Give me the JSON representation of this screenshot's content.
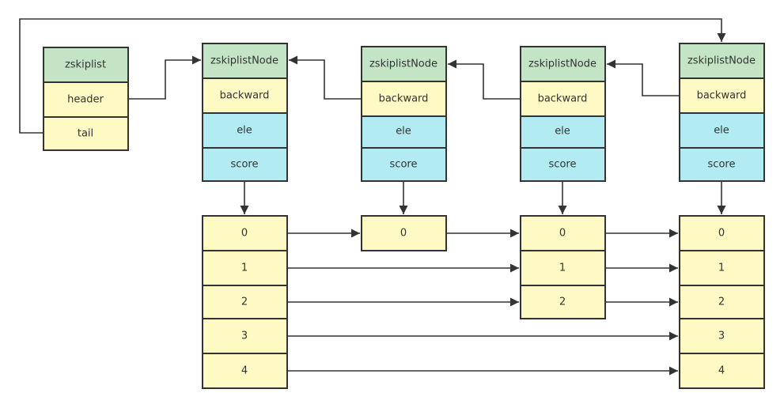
{
  "zskiplist": {
    "title": "zskiplist",
    "header": "header",
    "tail": "tail"
  },
  "nodes": [
    {
      "title": "zskiplistNode",
      "backward": "backward",
      "ele": "ele",
      "score": "score",
      "levels": [
        "0",
        "1",
        "2",
        "3",
        "4"
      ]
    },
    {
      "title": "zskiplistNode",
      "backward": "backward",
      "ele": "ele",
      "score": "score",
      "levels": [
        "0"
      ]
    },
    {
      "title": "zskiplistNode",
      "backward": "backward",
      "ele": "ele",
      "score": "score",
      "levels": [
        "0",
        "1",
        "2"
      ]
    },
    {
      "title": "zskiplistNode",
      "backward": "backward",
      "ele": "ele",
      "score": "score",
      "levels": [
        "0",
        "1",
        "2",
        "3",
        "4"
      ]
    }
  ],
  "colors": {
    "title_fill": "#c3e5c6",
    "field_fill": "#fff9c4",
    "data_fill": "#b2ebf2",
    "stroke": "#333333"
  }
}
